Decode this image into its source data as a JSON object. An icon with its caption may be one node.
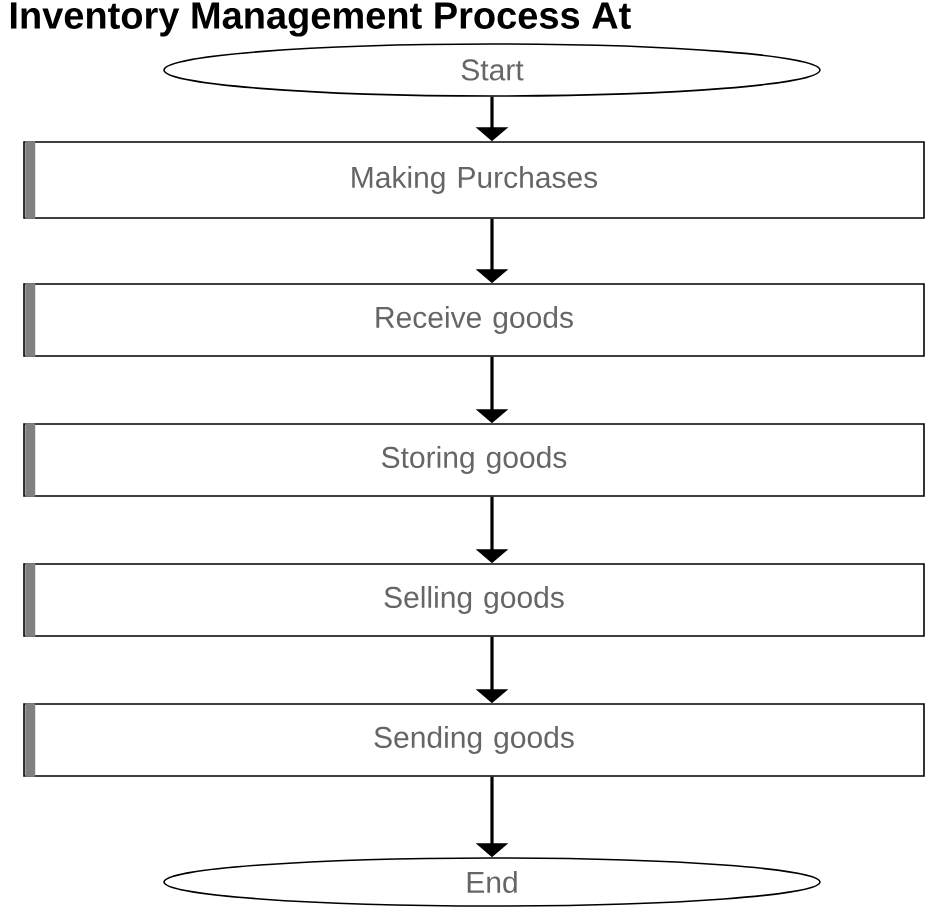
{
  "diagram": {
    "title": "Inventory Management Process At",
    "nodes": [
      {
        "text": [
          "Start"
        ]
      },
      {
        "text": [
          "Making Purchases"
        ]
      },
      {
        "text": [
          "Receive goods"
        ]
      },
      {
        "text": [
          "Storing goods"
        ]
      },
      {
        "text": [
          "Selling goods"
        ]
      },
      {
        "text": [
          "Sending goods"
        ]
      },
      {
        "text": [
          "End"
        ]
      }
    ],
    "edges": [
      {
        "from": 0,
        "to": 1,
        "arrow": "to"
      },
      {
        "from": 1,
        "to": 2,
        "arrow": "to"
      },
      {
        "from": 2,
        "to": 3,
        "arrow": "to"
      },
      {
        "from": 3,
        "to": 4,
        "arrow": "to"
      },
      {
        "from": 4,
        "to": 5,
        "arrow": "to"
      },
      {
        "from": 5,
        "to": 6,
        "arrow": "to"
      }
    ]
  }
}
